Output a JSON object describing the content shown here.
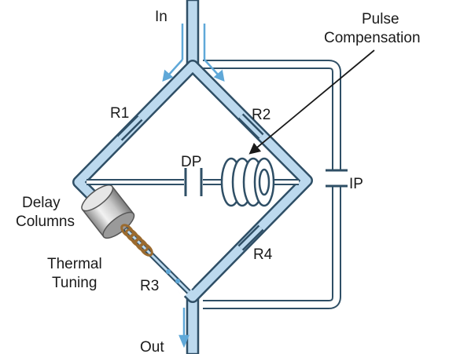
{
  "labels": {
    "in": "In",
    "out": "Out",
    "r1": "R1",
    "r2": "R2",
    "r3": "R3",
    "r4": "R4",
    "dp": "DP",
    "ip": "IP",
    "pulse_line1": "Pulse",
    "pulse_line2": "Compensation",
    "delay_line1": "Delay",
    "delay_line2": "Columns",
    "thermal_line1": "Thermal",
    "thermal_line2": "Tuning"
  },
  "colors": {
    "tube_fill": "#bcd9ee",
    "tube_stroke": "#2f4f66",
    "flow_arrow": "#5fa8d8",
    "coil": "#2f4f66",
    "heater_coil": "#9a6a2e",
    "text": "#1a1a1a"
  }
}
